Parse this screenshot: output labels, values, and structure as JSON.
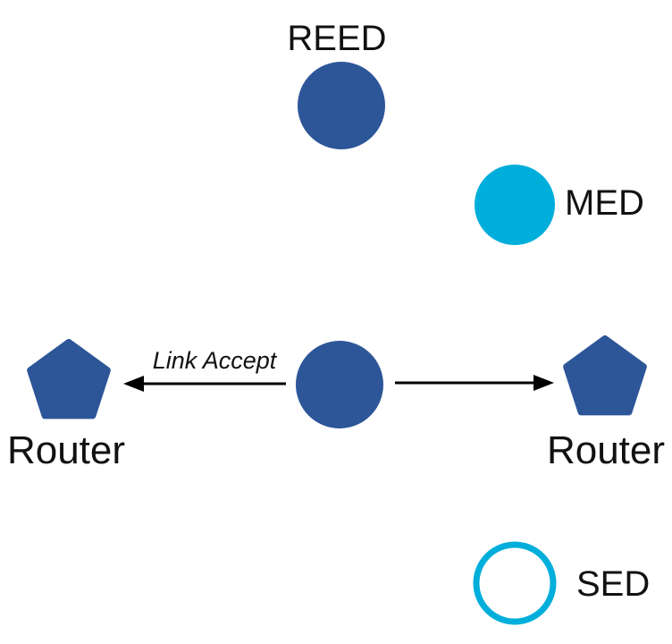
{
  "diagram": {
    "background": "#FFFFFF",
    "colors": {
      "node_blue": "#2D5698",
      "node_cyan": "#00AEDB",
      "arrow_black": "#000000",
      "label_text": "#111111",
      "sed_inner_white": "#FFFFFF"
    },
    "nodes": {
      "reed": {
        "label": "REED",
        "shape": "circle",
        "fill": "blue"
      },
      "med": {
        "label": "MED",
        "shape": "circle",
        "fill": "cyan"
      },
      "center": {
        "label": "",
        "shape": "circle",
        "fill": "blue"
      },
      "router_left": {
        "label": "Router",
        "shape": "pentagon",
        "fill": "blue"
      },
      "router_right": {
        "label": "Router",
        "shape": "pentagon",
        "fill": "blue"
      },
      "sed": {
        "label": "SED",
        "shape": "circle-outline",
        "stroke": "cyan"
      }
    },
    "edges": {
      "left_arrow": {
        "label": "Link Accept",
        "from": "center",
        "to": "router_left",
        "direction": "left"
      },
      "right_arrow": {
        "label": "",
        "from": "center",
        "to": "router_right",
        "direction": "right"
      }
    }
  }
}
